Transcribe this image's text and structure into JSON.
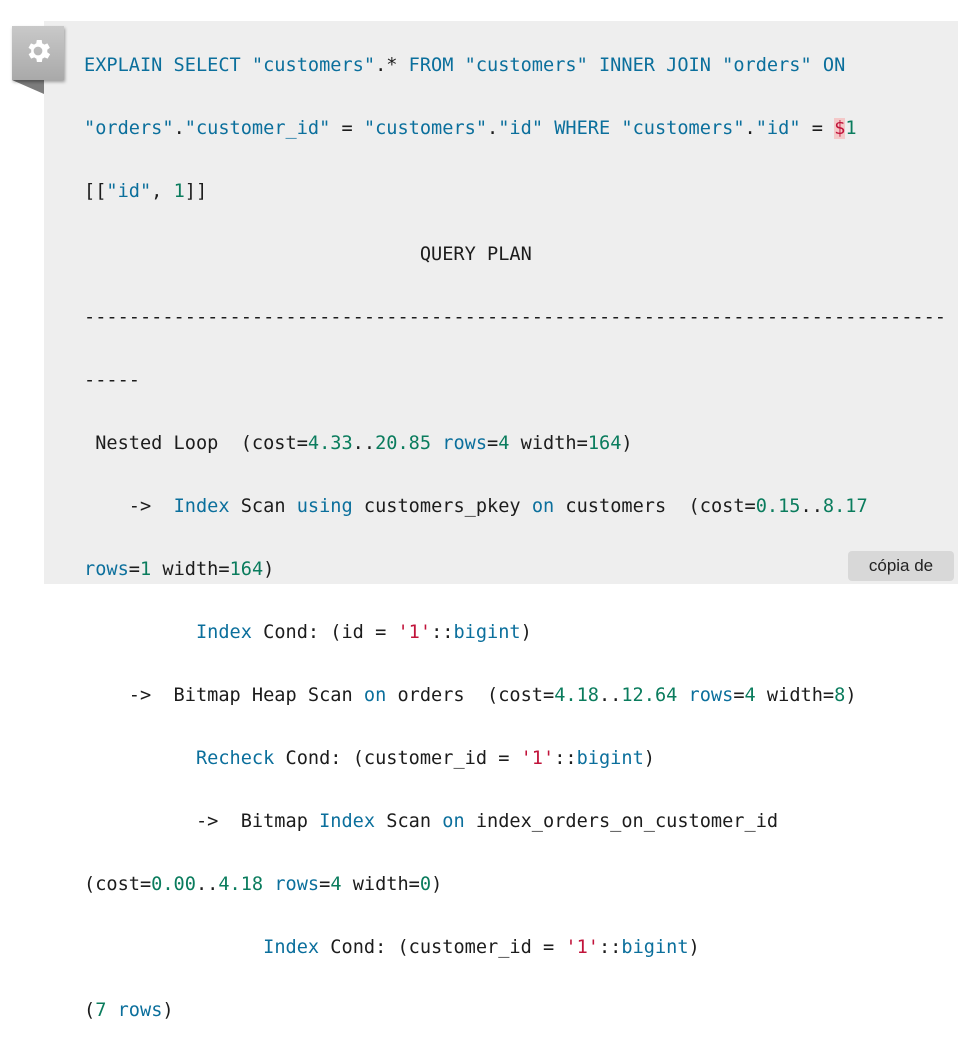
{
  "code_block": {
    "language": "sql",
    "lines": [
      "EXPLAIN SELECT \"customers\".* FROM \"customers\" INNER JOIN \"orders\" ON",
      "\"orders\".\"customer_id\" = \"customers\".\"id\" WHERE \"customers\".\"id\" = $1",
      "[[\"id\", 1]]",
      "                              QUERY PLAN",
      "-----------------------------------------------------------------------------",
      "-----",
      " Nested Loop  (cost=4.33..20.85 rows=4 width=164)",
      "    ->  Index Scan using customers_pkey on customers  (cost=0.15..8.17",
      "rows=1 width=164)",
      "          Index Cond: (id = '1'::bigint)",
      "    ->  Bitmap Heap Scan on orders  (cost=4.18..12.64 rows=4 width=8)",
      "          Recheck Cond: (customer_id = '1'::bigint)",
      "          ->  Bitmap Index Scan on index_orders_on_customer_id",
      "(cost=0.00..4.18 rows=4 width=0)",
      "                Index Cond: (customer_id = '1'::bigint)",
      "(7 rows)"
    ]
  },
  "toolbar": {
    "settings_icon": "gear-icon",
    "copy_label": "cópia de"
  },
  "colors": {
    "panel_background": "#eeeeee",
    "keyword": "#0b6f9c",
    "number": "#0a7c5d",
    "string_literal": "#c1133a"
  }
}
